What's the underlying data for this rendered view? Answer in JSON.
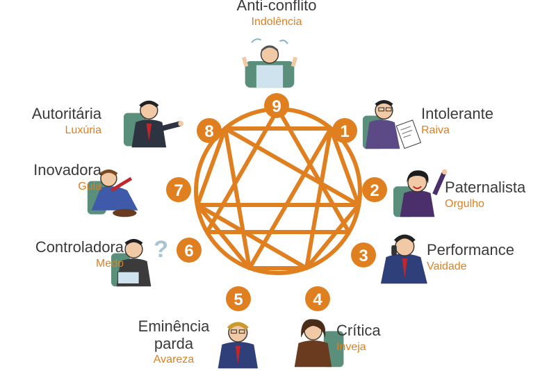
{
  "colors": {
    "accent": "#e07f1f",
    "text": "#3a3a3a"
  },
  "nodes": [
    {
      "number": "9",
      "name": "Anti-conflito",
      "trait": "Indolência"
    },
    {
      "number": "1",
      "name": "Intolerante",
      "trait": "Raiva"
    },
    {
      "number": "2",
      "name": "Paternalista",
      "trait": "Orgulho"
    },
    {
      "number": "3",
      "name": "Performance",
      "trait": "Vaidade"
    },
    {
      "number": "4",
      "name": "Crítica",
      "trait": "Inveja"
    },
    {
      "number": "5",
      "name": "Eminência parda",
      "name_line1": "Eminência",
      "name_line2": "parda",
      "trait": "Avareza"
    },
    {
      "number": "6",
      "name": "Controladora",
      "trait": "Medo"
    },
    {
      "number": "7",
      "name": "Inovadora",
      "trait": "Gula"
    },
    {
      "number": "8",
      "name": "Autoritária",
      "trait": "Luxúria"
    }
  ]
}
